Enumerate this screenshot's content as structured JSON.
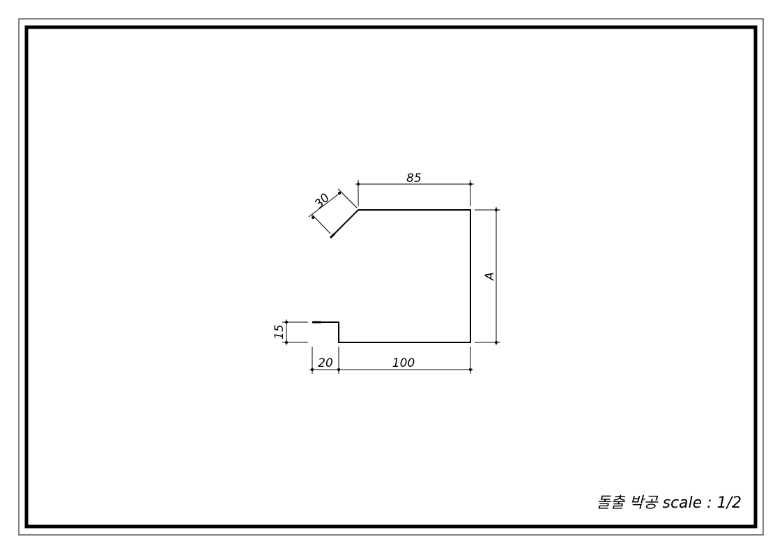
{
  "drawing": {
    "dimensions": {
      "top_width": "85",
      "chamfer_length": "30",
      "height": "A",
      "lip_height": "15",
      "lip_width": "20",
      "bottom_width": "100"
    },
    "title_block": {
      "text": "돌출 박공 scale : 1/2"
    },
    "colors": {
      "line": "#000000",
      "background": "#ffffff"
    }
  }
}
